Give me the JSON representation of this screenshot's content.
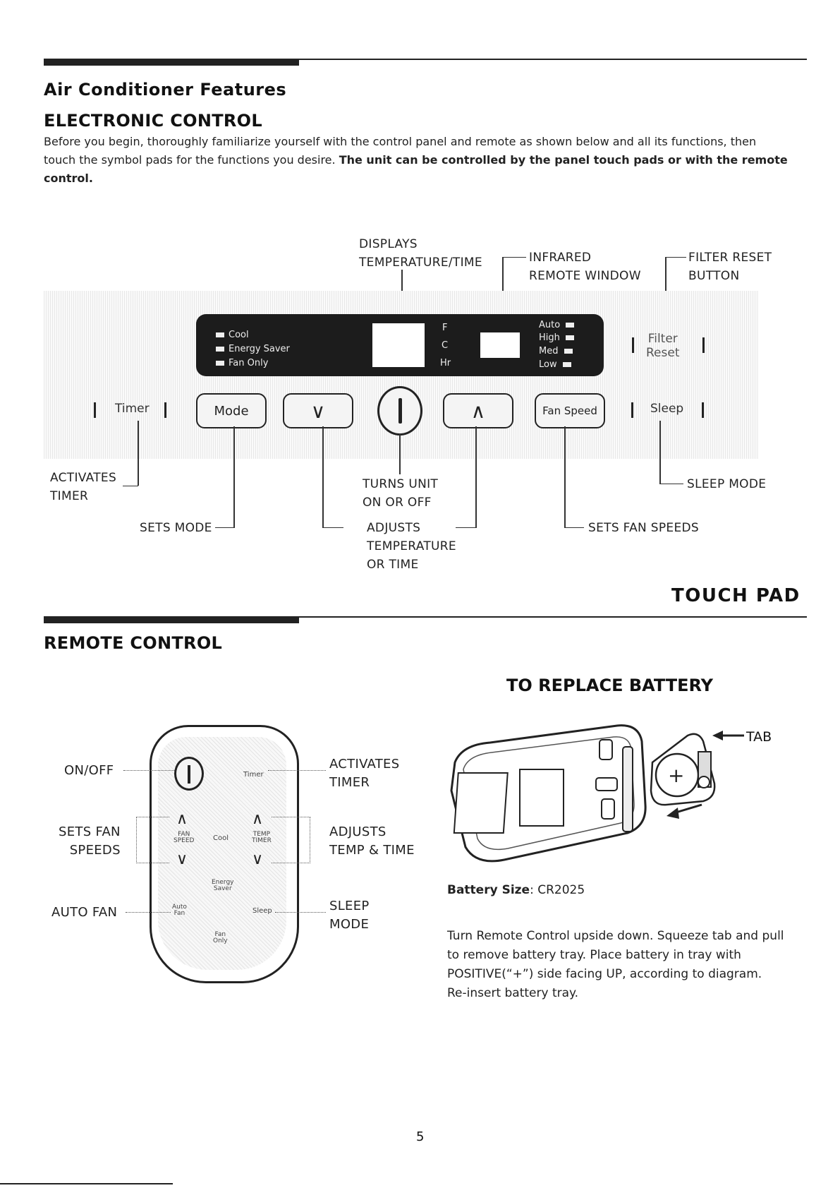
{
  "header": {
    "features_title": "Air Conditioner Features",
    "section_title": "ELECTRONIC CONTROL",
    "intro_line1": "Before you begin, thoroughly familiarize yourself with the control panel and remote as shown below and all its functions, then",
    "intro_line2_plain": "touch the symbol pads for the functions you desire. ",
    "intro_line2_bold": "The unit can be controlled by the panel touch pads or with the remote control."
  },
  "touch_pad": {
    "callouts": {
      "displays_1": "DISPLAYS",
      "displays_2": "TEMPERATURE/TIME",
      "infrared_1": "INFRARED",
      "infrared_2": "REMOTE WINDOW",
      "filter_1": "FILTER RESET",
      "filter_2": "BUTTON",
      "activates_1": "ACTIVATES",
      "activates_2": "TIMER",
      "sets_mode": "SETS MODE",
      "turns_1": "TURNS UNIT",
      "turns_2": "ON OR OFF",
      "adjusts_1": "ADJUSTS",
      "adjusts_2": "TEMPERATURE",
      "adjusts_3": "OR TIME",
      "sleep_mode": "SLEEP MODE",
      "fan_speeds": "SETS FAN SPEEDS"
    },
    "display": {
      "modes": [
        "Cool",
        "Energy Saver",
        "Fan Only"
      ],
      "units": [
        "F",
        "C",
        "Hr"
      ],
      "speeds": [
        "Auto",
        "High",
        "Med",
        "Low"
      ]
    },
    "buttons": {
      "timer": "Timer",
      "mode": "Mode",
      "down": "∨",
      "up": "∧",
      "fan_speed": "Fan Speed",
      "sleep": "Sleep",
      "filter_1": "Filter",
      "filter_2": "Reset"
    },
    "label": "TOUCH PAD"
  },
  "remote": {
    "title": "REMOTE CONTROL",
    "callouts": {
      "on_off": "ON/OFF",
      "sets_fan_1": "SETS FAN",
      "sets_fan_2": "SPEEDS",
      "auto_fan": "AUTO FAN",
      "activates_1": "ACTIVATES",
      "activates_2": "TIMER",
      "adjusts_1": "ADJUSTS",
      "adjusts_2": "TEMP & TIME",
      "sleep_1": "SLEEP",
      "sleep_2": "MODE"
    },
    "keys": {
      "timer": "Timer",
      "fan_speed_1": "FAN",
      "fan_speed_2": "SPEED",
      "cool": "Cool",
      "temp_1": "TEMP",
      "temp_2": "TIMER",
      "energy_1": "Energy",
      "energy_2": "Saver",
      "auto_1": "Auto",
      "auto_2": "Fan",
      "sleep": "Sleep",
      "fan_only_1": "Fan",
      "fan_only_2": "Only"
    }
  },
  "battery": {
    "title": "TO REPLACE BATTERY",
    "tab_label": "TAB",
    "size_label": "Battery Size",
    "size_value": ": CR2025",
    "instructions": [
      "Turn Remote Control upside down. Squeeze tab and pull",
      "to remove battery tray. Place battery in tray with",
      "POSITIVE(“+”) side facing UP, according to diagram.",
      "Re-insert battery tray."
    ]
  },
  "footer": {
    "page_number": "5"
  }
}
